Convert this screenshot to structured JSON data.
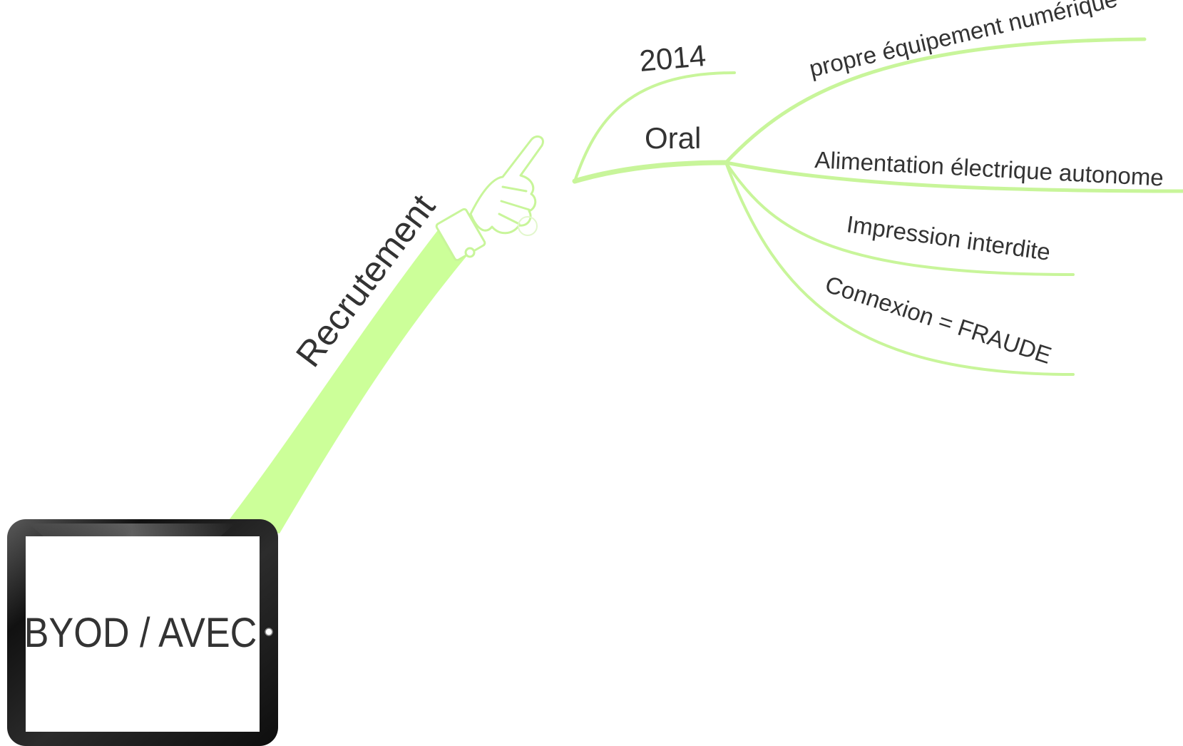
{
  "central_node": {
    "label": "BYOD / AVEC",
    "icon": "tablet-icon"
  },
  "branches": [
    {
      "label": "Recrutement",
      "icon": "pointing-hand-icon",
      "children": [
        {
          "label": "2014",
          "children": []
        },
        {
          "label": "Oral",
          "children": [
            {
              "label": "propre équipement numérique"
            },
            {
              "label": "Alimentation électrique autonome"
            },
            {
              "label": "Impression interdite"
            },
            {
              "label": "Connexion = FRAUDE"
            }
          ]
        }
      ]
    }
  ],
  "colors": {
    "branch": "#ccff99",
    "line": "#c8f59a",
    "text": "#333333",
    "tablet_frame": "#1e1e1e"
  }
}
